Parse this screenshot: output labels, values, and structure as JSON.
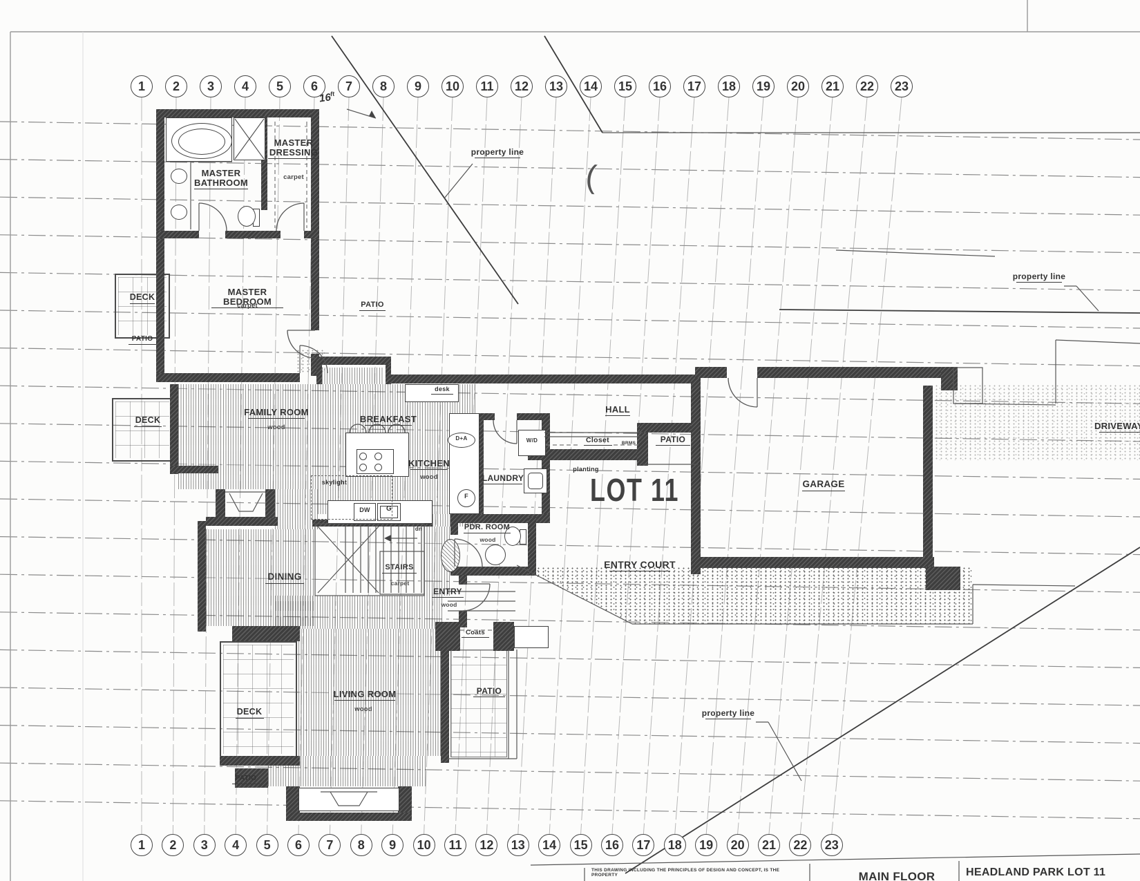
{
  "sheet": {
    "colors": {
      "ink": "#333333",
      "paper": "#fcfcfb"
    },
    "grid_top": [
      "1",
      "2",
      "3",
      "4",
      "5",
      "6",
      "7",
      "8",
      "9",
      "10",
      "11",
      "12",
      "13",
      "14",
      "15",
      "16",
      "17",
      "18",
      "19",
      "20",
      "21",
      "22",
      "23"
    ],
    "grid_bottom": [
      "1",
      "2",
      "3",
      "4",
      "5",
      "6",
      "7",
      "8",
      "9",
      "10",
      "11",
      "12",
      "13",
      "14",
      "15",
      "16",
      "17",
      "18",
      "19",
      "20",
      "21",
      "22",
      "23"
    ],
    "dimension": {
      "value": "16",
      "unit": "ft"
    },
    "annotations": {
      "property_line": "property line",
      "driveway": "DRIVEWAY",
      "lot": "LOT 11",
      "entry_court": "ENTRY COURT",
      "planting": "planting",
      "down": "dn",
      "bracket": "("
    },
    "rooms": {
      "master_bathroom": "MASTER BATHROOM",
      "master_dressing": "MASTER DRESSING",
      "master_bedroom": "MASTER BEDROOM",
      "family_room": "FAMILY ROOM",
      "breakfast": "BREAKFAST",
      "kitchen": "KITCHEN",
      "laundry": "LAUNDRY",
      "powder_room": "PDR. ROOM",
      "hall": "HALL",
      "closet": "Closet",
      "closet_small": "BRMS",
      "coats": "Coats",
      "garage": "GARAGE",
      "dining": "DINING",
      "stairs": "STAIRS",
      "entry": "ENTRY",
      "living_room": "LIVING ROOM",
      "deck": "DECK",
      "patio": "PATIO",
      "desk": "desk",
      "skylight": "skylight"
    },
    "finishes": {
      "wood": "wood",
      "carpet": "carpet"
    },
    "appliances": {
      "washer_dryer": "W/D",
      "dishwasher": "DW",
      "range": "G",
      "fridge": "F",
      "ovens": "D+A"
    },
    "title_block": {
      "disclaimer": "THIS DRAWING INCLUDING THE PRINCIPLES OF DESIGN AND CONCEPT, IS THE PROPERTY",
      "sheet_name": "MAIN FLOOR",
      "project": "HEADLAND PARK LOT 11"
    }
  }
}
